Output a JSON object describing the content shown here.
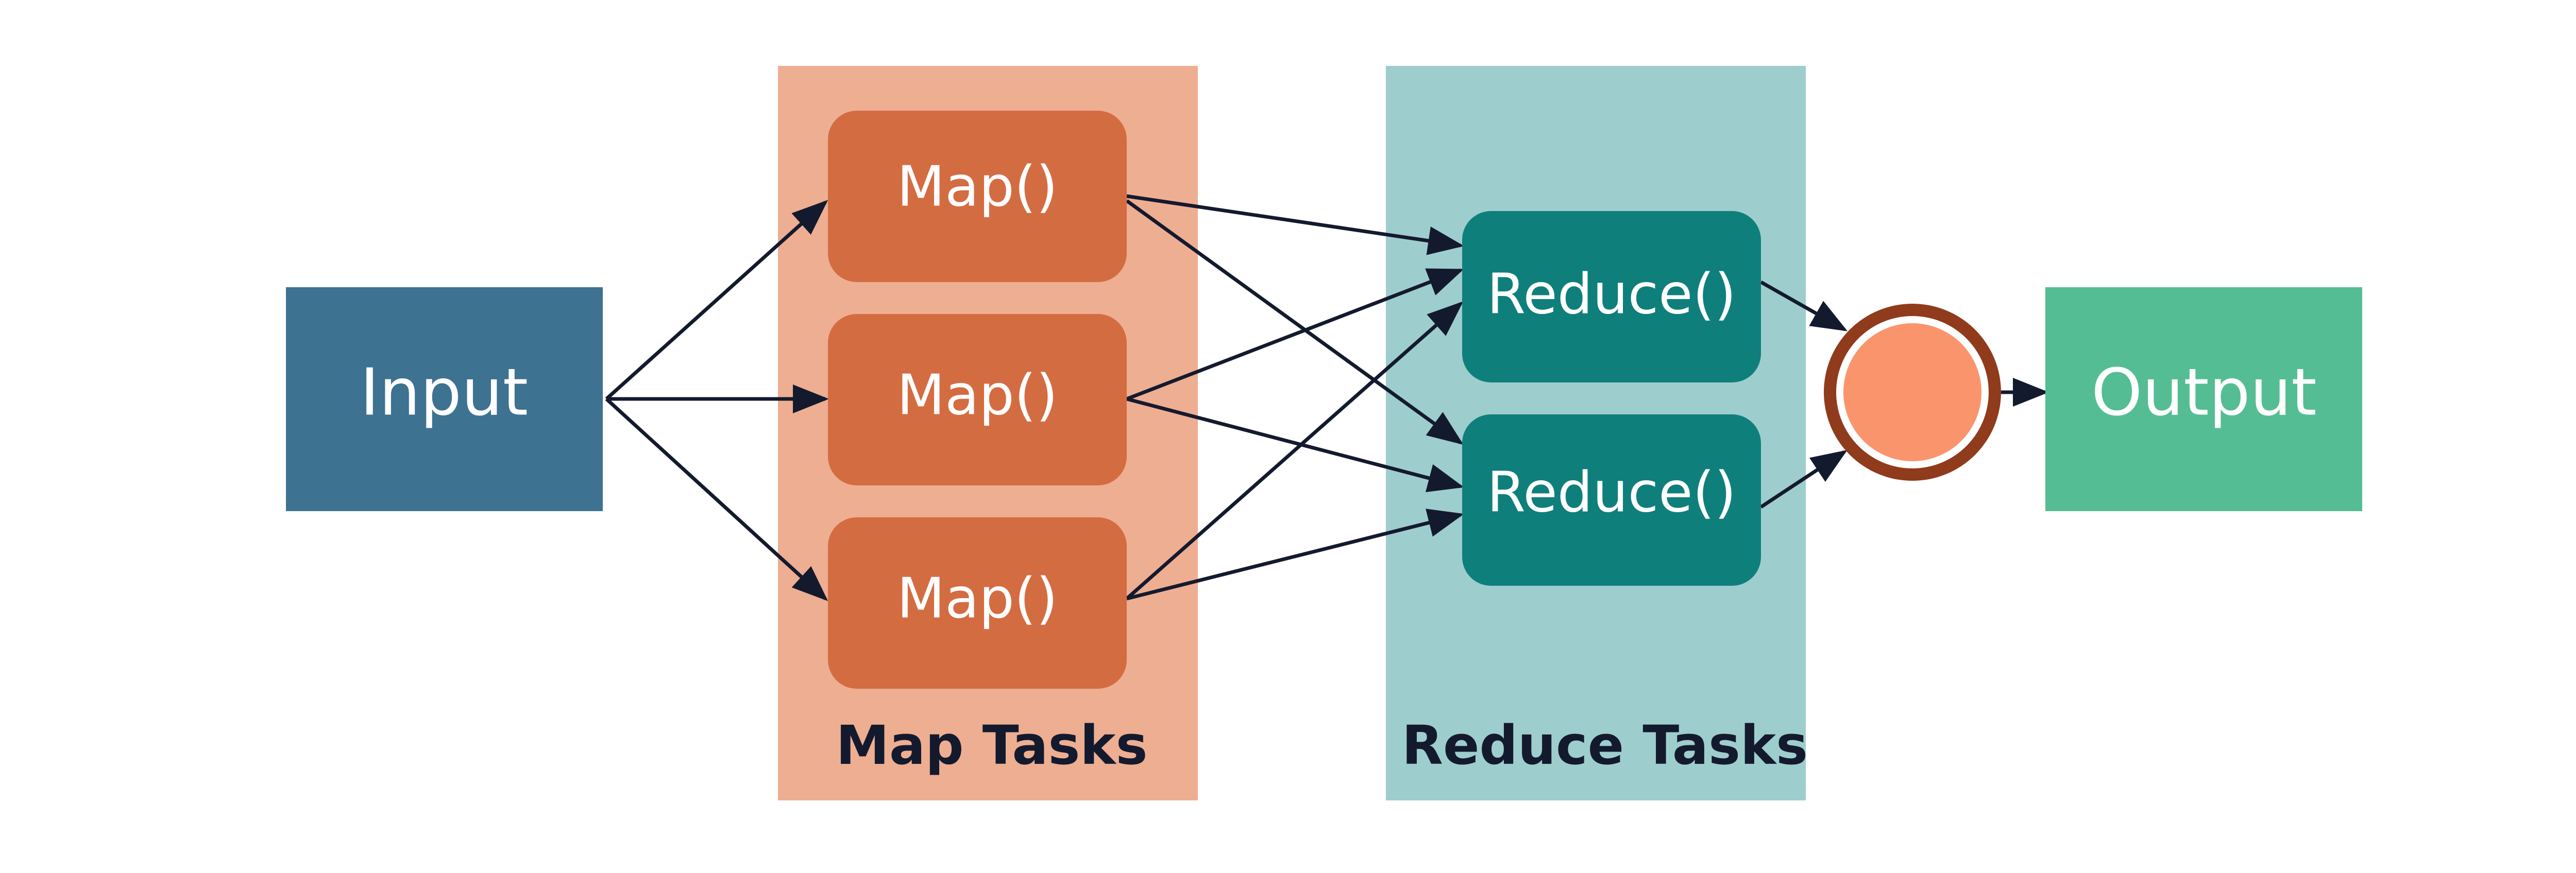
{
  "diagram": {
    "input": {
      "label": "Input"
    },
    "map_group": {
      "label": "Map Tasks"
    },
    "reduce_group": {
      "label": "Reduce Tasks"
    },
    "map_nodes": [
      {
        "label": "Map()"
      },
      {
        "label": "Map()"
      },
      {
        "label": "Map()"
      }
    ],
    "reduce_nodes": [
      {
        "label": "Reduce()"
      },
      {
        "label": "Reduce()"
      }
    ],
    "output": {
      "label": "Output"
    },
    "edges": [
      {
        "from": "input",
        "to": "map-1"
      },
      {
        "from": "input",
        "to": "map-2"
      },
      {
        "from": "input",
        "to": "map-3"
      },
      {
        "from": "map-1",
        "to": "reduce-1"
      },
      {
        "from": "map-1",
        "to": "reduce-2"
      },
      {
        "from": "map-2",
        "to": "reduce-1"
      },
      {
        "from": "map-2",
        "to": "reduce-2"
      },
      {
        "from": "map-3",
        "to": "reduce-1"
      },
      {
        "from": "map-3",
        "to": "reduce-2"
      },
      {
        "from": "reduce-1",
        "to": "merge"
      },
      {
        "from": "reduce-2",
        "to": "merge"
      },
      {
        "from": "merge",
        "to": "output"
      }
    ],
    "colors": {
      "input": "#3d7291",
      "map_group": "#eeae92",
      "map_node": "#d46c42",
      "reduce_group": "#9ecdcd",
      "reduce_node": "#0f7f7c",
      "output": "#55bd93",
      "merge_ring": "#8f3b1c",
      "merge_fill": "#fa946c",
      "edge": "#141a2e"
    }
  }
}
